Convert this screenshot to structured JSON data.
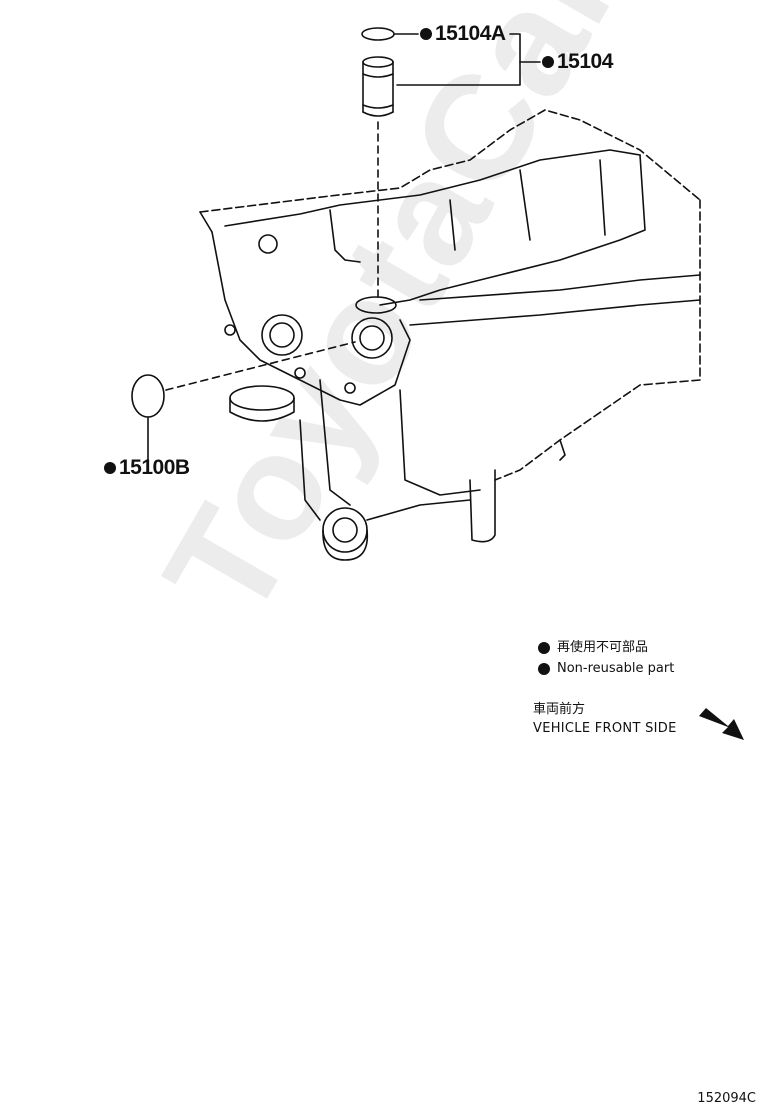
{
  "watermark": "ToyotaCarMine.ru",
  "parts": [
    {
      "id": "part-15104a",
      "code": "15104A"
    },
    {
      "id": "part-15104",
      "code": "15104"
    },
    {
      "id": "part-15100b",
      "code": "15100B"
    }
  ],
  "legend": {
    "jp": "再使用不可部品",
    "en": "Non-reusable part"
  },
  "front_note": {
    "jp": "車両前方",
    "en": "VEHICLE FRONT SIDE"
  },
  "diagram_id": "152094C"
}
